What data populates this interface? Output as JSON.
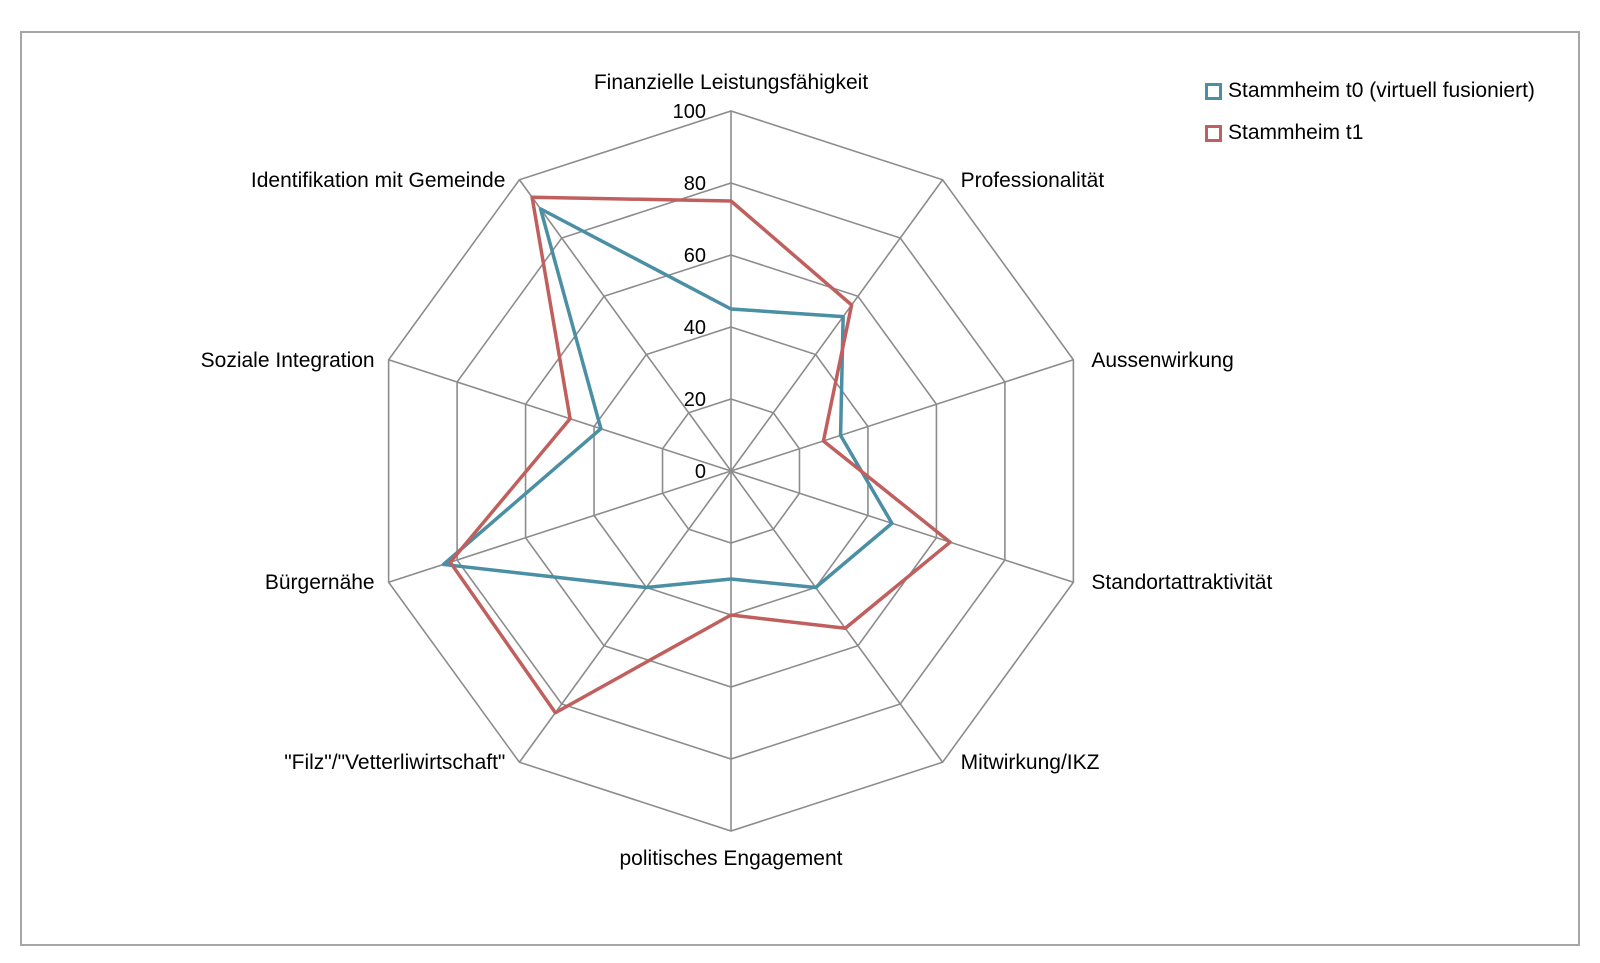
{
  "chart_data": {
    "type": "radar",
    "axes": [
      "Finanzielle Leistungsfähigkeit",
      "Professionalität",
      "Aussenwirkung",
      "Standortattraktivität",
      "Mitwirkung/IKZ",
      "politisches Engagement",
      "\"Filz\"/\"Vetterliwirtschaft\"",
      "Bürgernähe",
      "Soziale Integration",
      "Identifikation mit Gemeinde"
    ],
    "rlim": [
      0,
      100
    ],
    "ticks": [
      "0",
      "20",
      "40",
      "60",
      "80",
      100
    ],
    "series": [
      {
        "name": "Stammheim t0 (virtuell fusioniert)",
        "color": "#4a8fa3",
        "values": [
          45,
          53,
          32,
          47,
          40,
          30,
          40,
          84,
          38,
          90
        ]
      },
      {
        "name": "Stammheim t1",
        "color": "#c0605e",
        "values": [
          75,
          57,
          27,
          64,
          54,
          40,
          83,
          82,
          47,
          94
        ]
      }
    ],
    "grid": true,
    "legend_position": "top-right"
  }
}
